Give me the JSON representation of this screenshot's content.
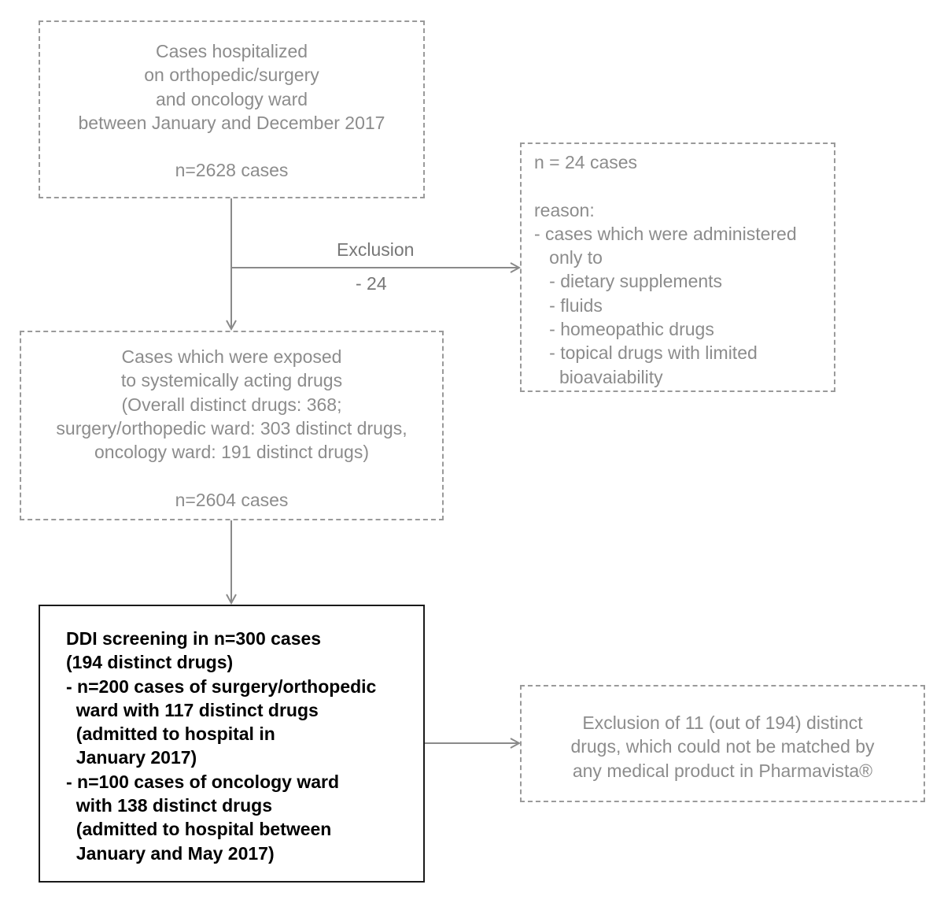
{
  "boxes": {
    "hospitalized": {
      "lines": [
        "Cases hospitalized",
        "on orthopedic/surgery",
        "and oncology ward",
        "between January and December 2017"
      ],
      "count": "n=2628 cases"
    },
    "excluded": {
      "count": "n = 24 cases",
      "lines": [
        "reason:",
        "- cases which were administered",
        "   only to",
        "   - dietary supplements",
        "   - fluids",
        "   - homeopathic drugs",
        "   - topical drugs with limited",
        "     bioavaiability"
      ]
    },
    "exposed": {
      "lines": [
        "Cases which were exposed",
        "to systemically acting drugs",
        "(Overall distinct drugs: 368;",
        "surgery/orthopedic ward: 303 distinct drugs,",
        "oncology ward: 191 distinct drugs)"
      ],
      "count": "n=2604 cases"
    },
    "screening": {
      "lines": [
        "DDI screening in n=300 cases",
        "(194 distinct drugs)",
        "- n=200 cases of surgery/orthopedic",
        "  ward with 117 distinct drugs",
        "  (admitted to hospital in",
        "  January 2017)",
        "- n=100 cases of oncology ward",
        "  with 138 distinct drugs",
        "  (admitted to hospital between",
        "  January and May 2017)"
      ]
    },
    "unmatched": {
      "lines": [
        "Exclusion of 11 (out of 194) distinct",
        "drugs, which could not be matched by",
        "any medical product in Pharmavista®"
      ]
    }
  },
  "arrows": {
    "exclusion_label": "Exclusion",
    "exclusion_count": "- 24"
  },
  "colors": {
    "dashed_border": "#9a9a9a",
    "dashed_text": "#8c8c8c",
    "arrow": "#8a8a8a",
    "solid_border": "#1a1a1a",
    "solid_text": "#000000"
  }
}
